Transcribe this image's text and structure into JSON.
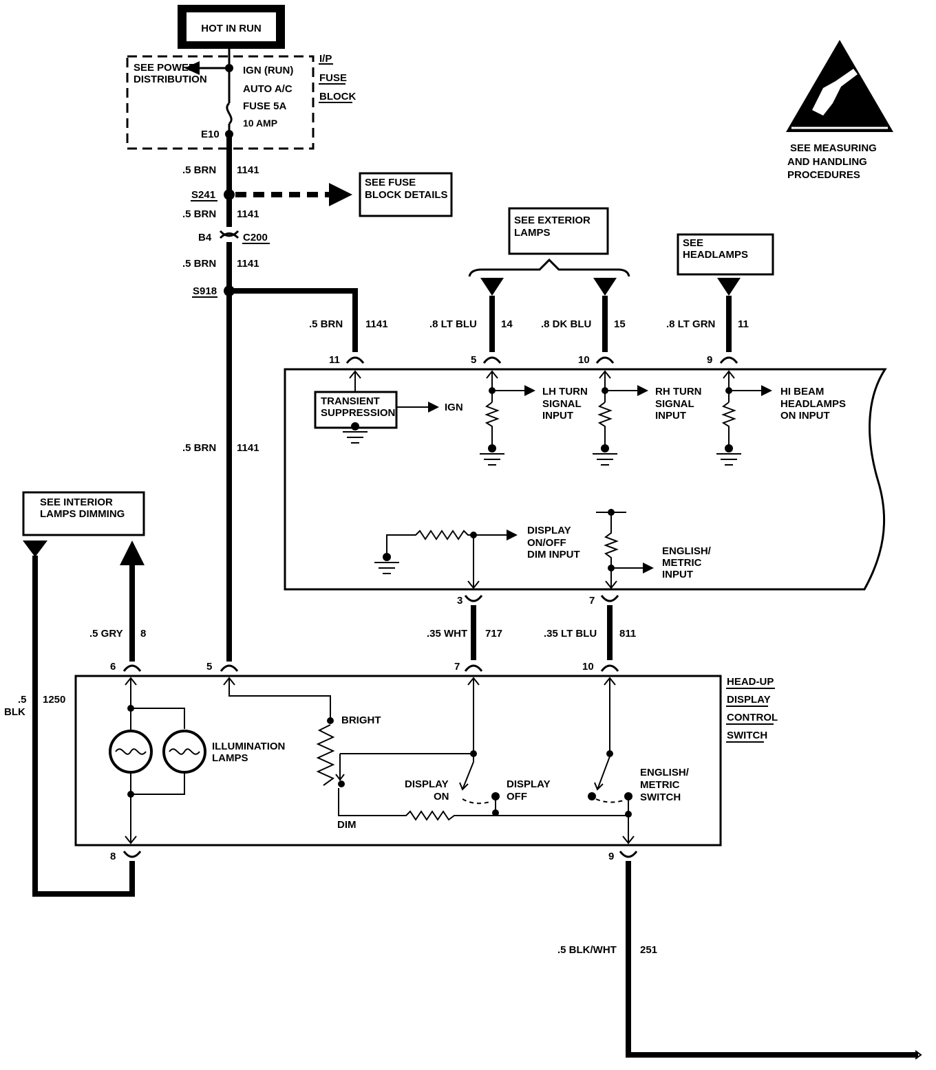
{
  "diagram": {
    "hot_in_run": "HOT IN RUN",
    "see_power_dist": [
      "SEE POWER",
      "DISTRIBUTION"
    ],
    "fuse_text": [
      "IGN (RUN)",
      "AUTO A/C",
      "FUSE 5A",
      "10 AMP"
    ],
    "ip_fuse_block": [
      "I/P",
      "FUSE",
      "BLOCK"
    ],
    "e10": "E10",
    "wire_brn": ".5 BRN",
    "circuit_1141": "1141",
    "s241": "S241",
    "see_fuse_block": [
      "SEE FUSE",
      "BLOCK DETAILS"
    ],
    "b4": "B4",
    "c200": "C200",
    "s918": "S918",
    "see_exterior": [
      "SEE EXTERIOR",
      "LAMPS"
    ],
    "see_headlamps": [
      "SEE",
      "HEADLAMPS"
    ],
    "esd_note": [
      "SEE MEASURING",
      "AND HANDLING",
      "PROCEDURES"
    ],
    "w_ltblu": ".8 LT BLU",
    "c14": "14",
    "w_dkblu": ".8 DK BLU",
    "c15": "15",
    "w_ltgrn": ".8 LT GRN",
    "c11": "11",
    "pins_top": [
      "11",
      "5",
      "10",
      "9"
    ],
    "transient": [
      "TRANSIENT",
      "SUPPRESSION"
    ],
    "ign": "IGN",
    "lh_turn": [
      "LH TURN",
      "SIGNAL",
      "INPUT"
    ],
    "rh_turn": [
      "RH TURN",
      "SIGNAL",
      "INPUT"
    ],
    "hi_beam": [
      "HI BEAM",
      "HEADLAMPS",
      "ON INPUT"
    ],
    "display_dim": [
      "DISPLAY",
      "ON/OFF",
      "DIM INPUT"
    ],
    "eng_metric_in": [
      "ENGLISH/",
      "METRIC",
      "INPUT"
    ],
    "pin3": "3",
    "pin7": "7",
    "w_wht": ".35 WHT",
    "c717": "717",
    "w_ltblu35": ".35 LT BLU",
    "c811": "811",
    "see_interior": [
      "SEE INTERIOR",
      "LAMPS DIMMING"
    ],
    "w_gry": ".5 GRY",
    "c8": "8",
    "blk": [
      ".5",
      "BLK"
    ],
    "c1250": "1250",
    "sw_pins": [
      "6",
      "5",
      "7",
      "10"
    ],
    "hud_switch": [
      "HEAD-UP",
      "DISPLAY",
      "CONTROL",
      "SWITCH"
    ],
    "illum": [
      "ILLUMINATION",
      "LAMPS"
    ],
    "bright": "BRIGHT",
    "dim": "DIM",
    "display_on": [
      "DISPLAY",
      "ON"
    ],
    "display_off": [
      "DISPLAY",
      "OFF"
    ],
    "eng_metric_sw": [
      "ENGLISH/",
      "METRIC",
      "SWITCH"
    ],
    "pin8": "8",
    "pin9": "9",
    "w_blkwht": ".5 BLK/WHT",
    "c251": "251"
  }
}
